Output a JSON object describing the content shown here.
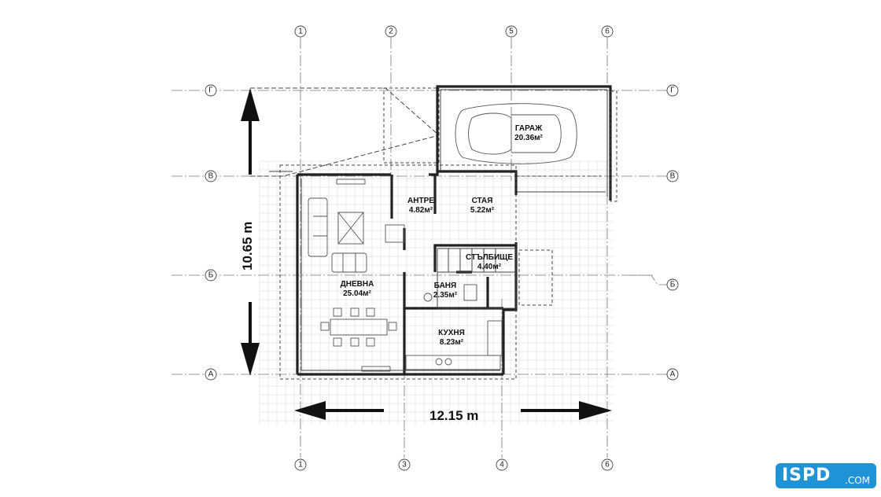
{
  "axes_vertical_top": [
    "1",
    "2",
    "5",
    "6"
  ],
  "axes_vertical_bottom": [
    "1",
    "3",
    "4",
    "6"
  ],
  "axes_horizontal_left": [
    "Г",
    "В",
    "Б",
    "А"
  ],
  "axes_horizontal_right": [
    "Г",
    "В",
    "Б",
    "А"
  ],
  "rooms": [
    {
      "name": "ГАРАЖ",
      "area": "20.36м²"
    },
    {
      "name": "АНТРЕ",
      "area": "4.82м²"
    },
    {
      "name": "СТАЯ",
      "area": "5.22м²"
    },
    {
      "name": "СТЪЛБИЩЕ",
      "area": "4.40м²"
    },
    {
      "name": "ДНЕВНА",
      "area": "25.04м²"
    },
    {
      "name": "БАНЯ",
      "area": "2.35м²"
    },
    {
      "name": "КУХНЯ",
      "area": "8.23м²"
    }
  ],
  "dimensions": {
    "height": "10.65 m",
    "width": "12.15 m"
  },
  "logo": {
    "main": "ISPD",
    "sub": ".COM"
  },
  "colors": {
    "wall": "#222222",
    "grid": "#d6d6d6",
    "logo_bg": "#1f93d6"
  },
  "icons": [
    "car-icon",
    "arrow-up-icon",
    "arrow-down-icon",
    "arrow-left-icon",
    "arrow-right-icon"
  ]
}
